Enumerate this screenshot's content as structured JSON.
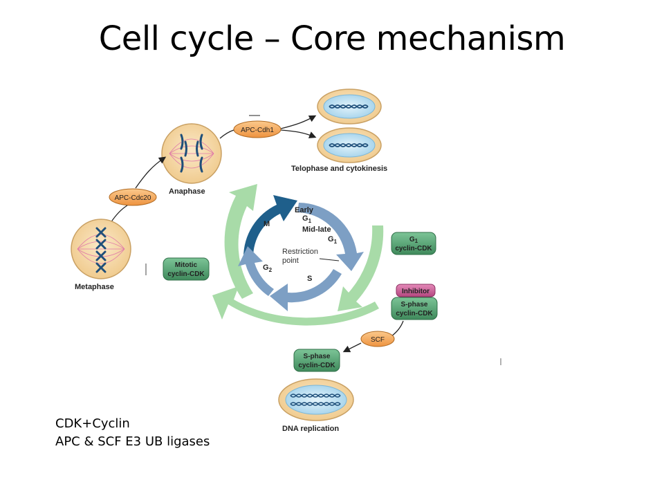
{
  "title": "Cell cycle – Core mechanism",
  "enzymes": {
    "apc_cdh1": "APC-Cdh1",
    "apc_cdc20": "APC-Cdc20",
    "scf": "SCF"
  },
  "complexes": {
    "mitotic_line1": "Mitotic",
    "mitotic_line2": "cyclin-CDK",
    "g1_line1": "G",
    "g1_sub": "1",
    "g1_line2": "cyclin-CDK",
    "inhibitor": "Inhibitor",
    "s_line1": "S-phase",
    "s_line2": "cyclin-CDK",
    "s2_line1": "S-phase",
    "s2_line2": "cyclin-CDK"
  },
  "stages": {
    "telophase": "Telophase and cytokinesis",
    "anaphase": "Anaphase",
    "metaphase": "Metaphase",
    "dna_replication": "DNA replication"
  },
  "phases": {
    "m": "M",
    "early": "Early",
    "g": "G",
    "g1_sub": "1",
    "midlate": "Mid-late",
    "s": "S",
    "g2_sub": "2",
    "restriction_line1": "Restriction",
    "restriction_line2": "point"
  },
  "notes": {
    "line1": "CDK+Cyclin",
    "line2": "APC & SCF E3 UB ligases"
  },
  "colors": {
    "outer_arrow": "#a8dba8",
    "inner_arrow": "#7d9fc4",
    "inner_arrow_dark": "#1f5f8b",
    "enzyme_fill": "#f6a95a",
    "complex_fill": "#4f9e6e",
    "inhibitor_fill": "#c65a94",
    "cell_fill": "#f6d9a6",
    "nucleus_fill": "#bfe3f5"
  }
}
